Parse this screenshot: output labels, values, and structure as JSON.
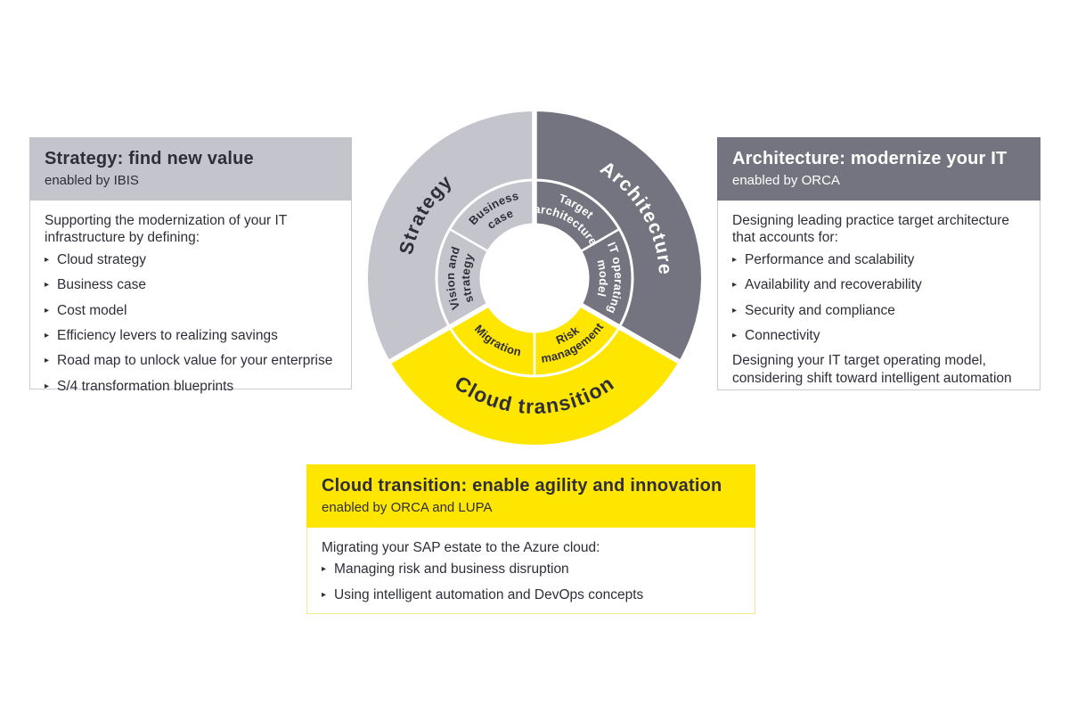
{
  "page": {
    "background": "#ffffff"
  },
  "colors": {
    "light_gray": "#c4c4cd",
    "dark_gray": "#747480",
    "yellow": "#ffe600",
    "dark_text": "#2e2e38",
    "white": "#ffffff",
    "gray_border": "#cbcbd2",
    "pale_yellow_border": "#f1ea8f"
  },
  "chart_data": {
    "type": "pie",
    "variant": "two-ring donut (sunburst)",
    "title": "",
    "legend": "none",
    "segments": [
      {
        "label": "Strategy",
        "color": "#c4c4cd",
        "label_color": "#2e2e38",
        "start_angle": 90,
        "end_angle": 210,
        "child_divider_angle": 150,
        "children": [
          {
            "label": "Business case",
            "lines": [
              "Business",
              "case"
            ],
            "mid_angle": 120
          },
          {
            "label": "Vision and strategy",
            "lines": [
              "Vision and",
              "strategy"
            ],
            "mid_angle": 180
          }
        ]
      },
      {
        "label": "Architecture",
        "color": "#747480",
        "label_color": "#ffffff",
        "start_angle": -30,
        "end_angle": 90,
        "child_divider_angle": 30,
        "children": [
          {
            "label": "Target architecture",
            "lines": [
              "Target",
              "architecture"
            ],
            "mid_angle": 60
          },
          {
            "label": "IT operating model",
            "lines": [
              "IT operating",
              "model"
            ],
            "mid_angle": 0
          }
        ]
      },
      {
        "label": "Cloud transition",
        "color": "#ffe600",
        "label_color": "#2e2e38",
        "start_angle": 210,
        "end_angle": 330,
        "child_divider_angle": 270,
        "children": [
          {
            "label": "Migration",
            "lines": [
              "Migration"
            ],
            "mid_angle": 240
          },
          {
            "label": "Risk management",
            "lines": [
              "Risk",
              "management"
            ],
            "mid_angle": 300
          }
        ]
      }
    ]
  },
  "boxes": {
    "left": {
      "title": "Strategy: find new value",
      "subtitle": "enabled by IBIS",
      "header_bg": "#c4c4cd",
      "header_fg": "#2e2e38",
      "body_border": "#cbcbd2",
      "intro": "Supporting the modernization of your IT infrastructure by defining:",
      "bullets": [
        "Cloud strategy",
        "Business case",
        "Cost model",
        "Efficiency levers to realizing savings",
        "Road map to unlock value for your enterprise",
        "S/4 transformation blueprints"
      ]
    },
    "right": {
      "title": "Architecture: modernize your IT",
      "subtitle": "enabled by ORCA",
      "header_bg": "#747480",
      "header_fg": "#ffffff",
      "body_border": "#cbcbd2",
      "intro": "Designing leading practice target architecture that accounts for:",
      "bullets": [
        "Performance and scalability",
        "Availability and recoverability",
        "Security and compliance",
        "Connectivity"
      ],
      "outro": "Designing your IT target operating model, considering shift toward intelligent automation"
    },
    "bottom": {
      "title": "Cloud transition: enable agility and innovation",
      "subtitle": "enabled by ORCA and LUPA",
      "header_bg": "#ffe600",
      "header_fg": "#2e2e38",
      "body_border": "#f1ea8f",
      "intro": "Migrating your SAP estate to the Azure cloud:",
      "bullets": [
        "Managing risk and business disruption",
        "Using intelligent automation and DevOps concepts"
      ]
    }
  }
}
